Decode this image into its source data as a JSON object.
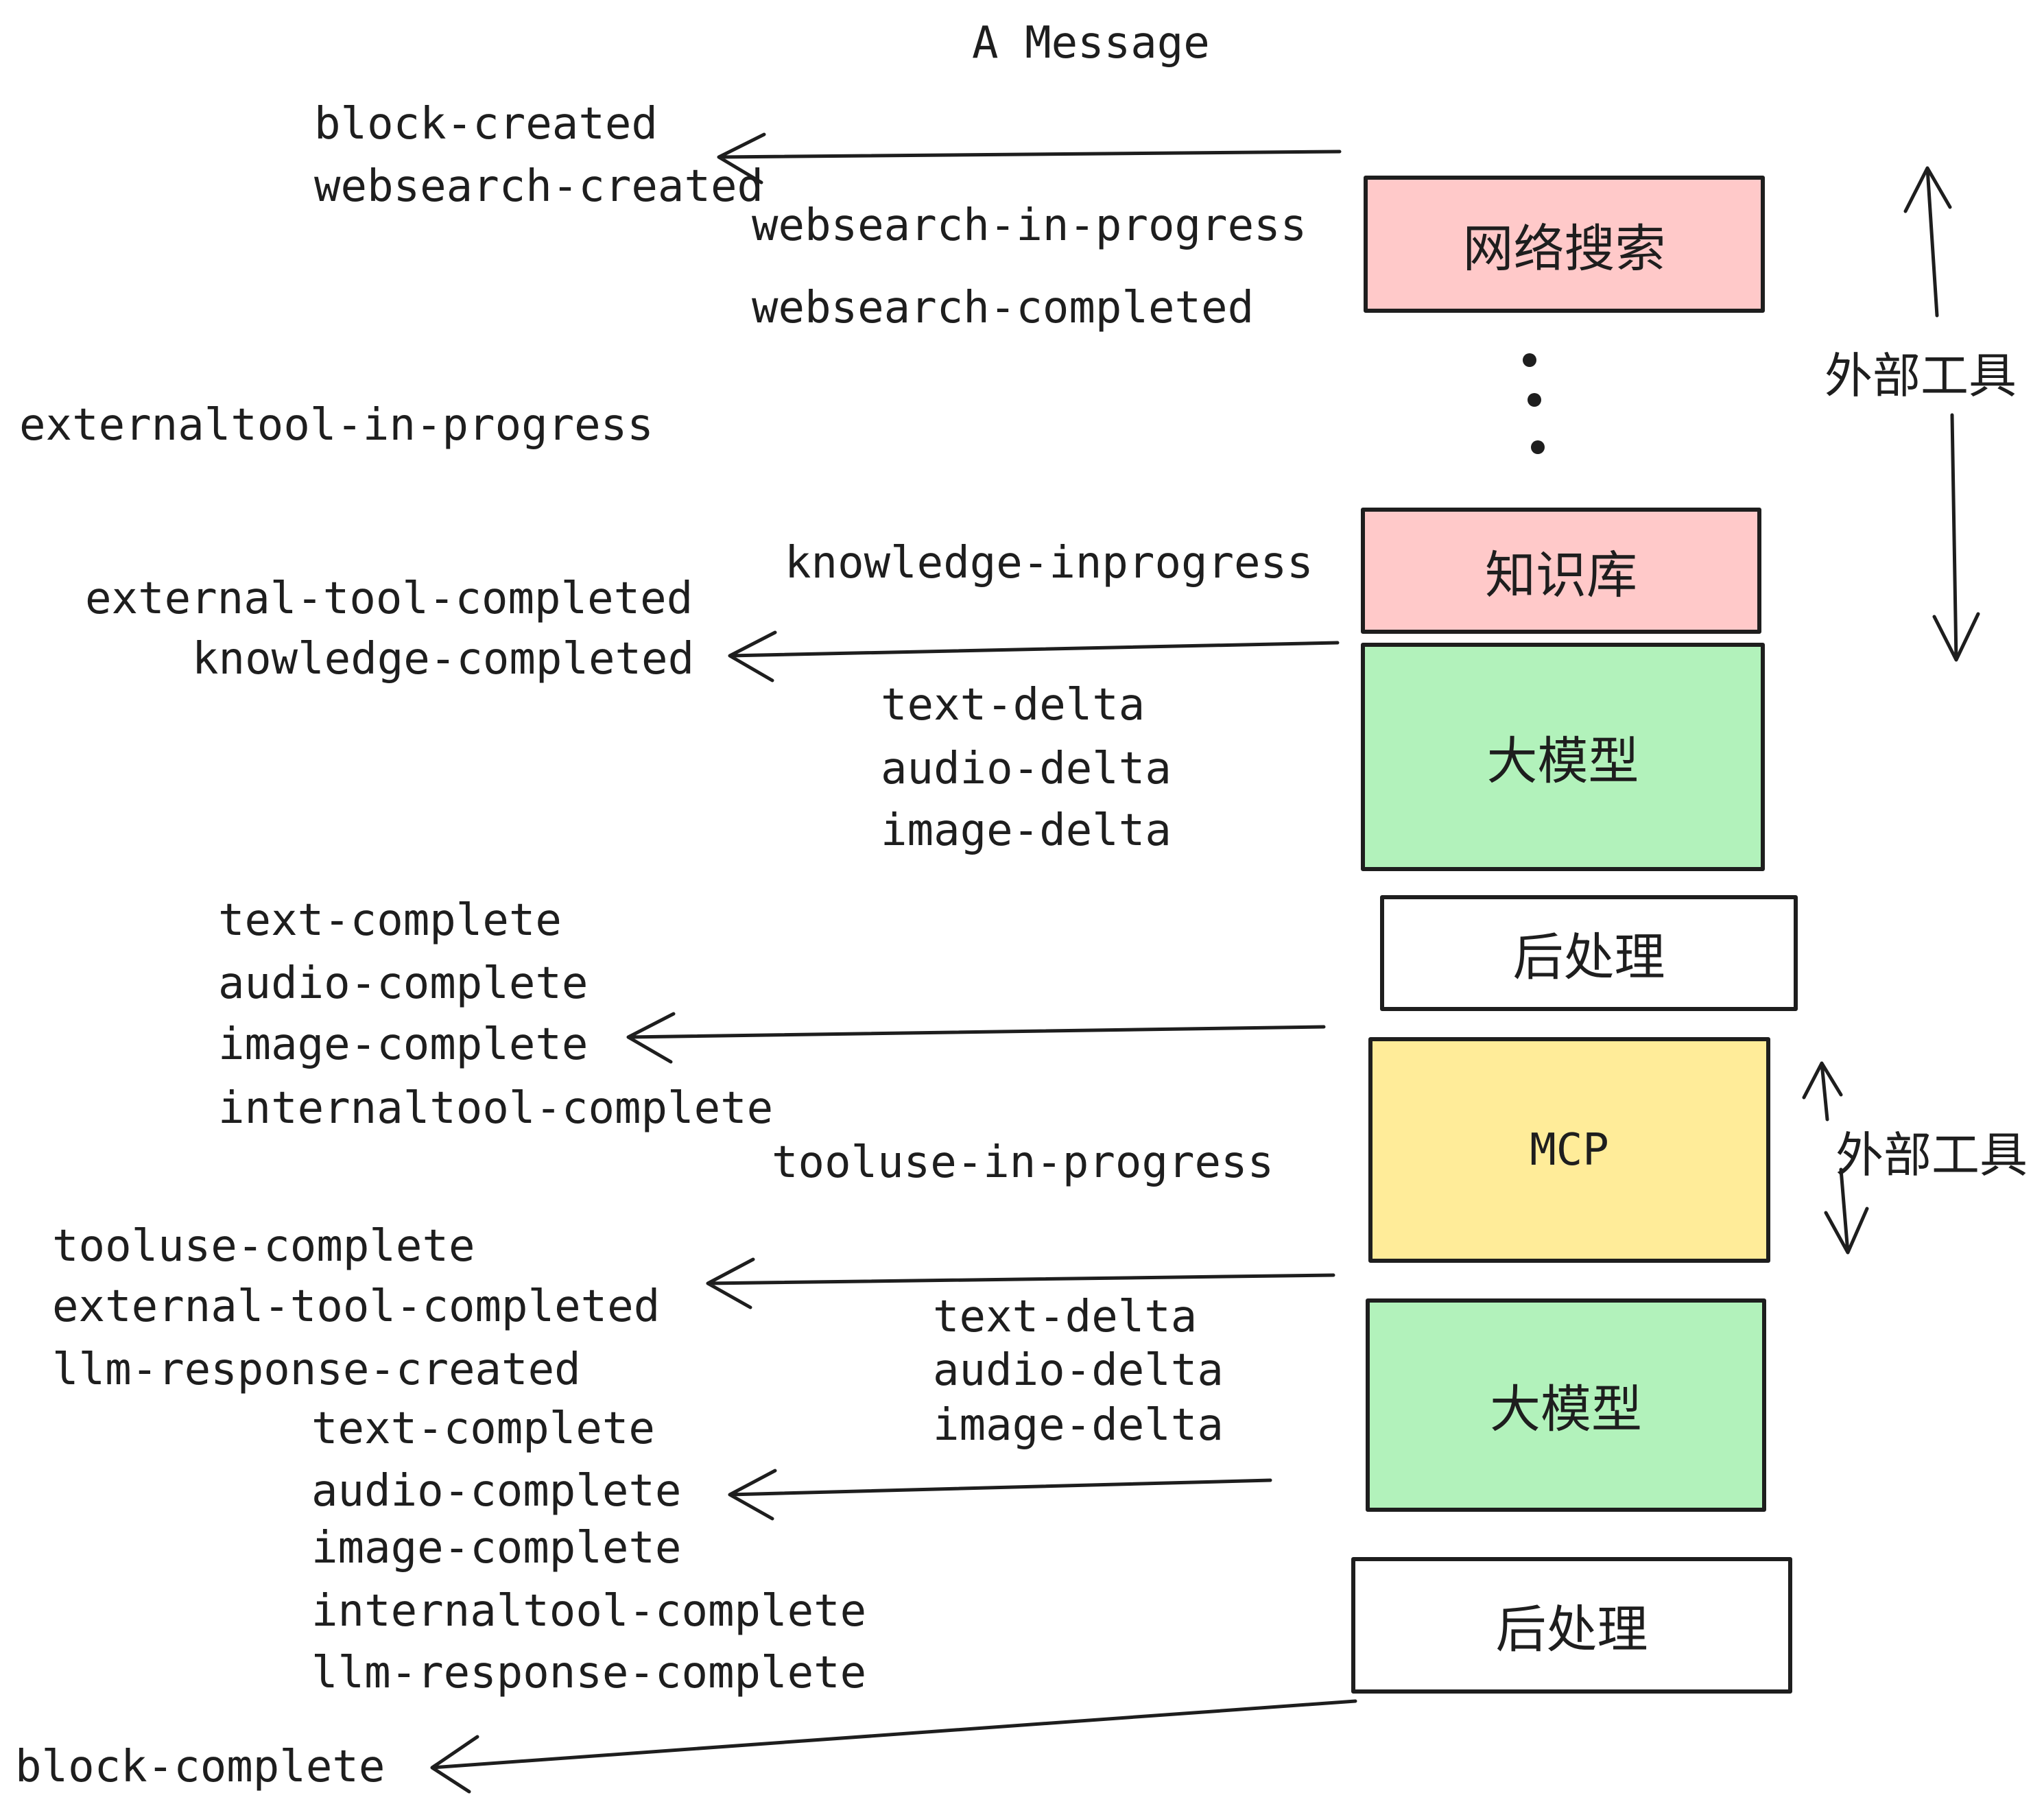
{
  "title": "A Message",
  "colors": {
    "stroke": "#1e1e1e",
    "pink": "#ffc9c9",
    "green": "#b2f2bb",
    "yellow": "#ffec99",
    "white": "#ffffff"
  },
  "boxes": {
    "websearch": {
      "label": "网络搜索"
    },
    "knowledge": {
      "label": "知识库"
    },
    "llm1": {
      "label": "大模型"
    },
    "post1": {
      "label": "后处理"
    },
    "mcp": {
      "label": "MCP"
    },
    "llm2": {
      "label": "大模型"
    },
    "post2": {
      "label": "后处理"
    }
  },
  "side_labels": {
    "external_tools_top": "外部工具",
    "external_tools_mid": "外部工具"
  },
  "events": {
    "block_created": "block-created",
    "websearch_created": "websearch-created",
    "websearch_in_progress": "websearch-in-progress",
    "websearch_completed": "websearch-completed",
    "externaltool_in_progress": "externaltool-in-progress",
    "knowledge_inprogress": "knowledge-inprogress",
    "external_tool_completed": "external-tool-completed",
    "knowledge_completed": "knowledge-completed",
    "text_delta": "text-delta",
    "audio_delta": "audio-delta",
    "image_delta": "image-delta",
    "text_complete": "text-complete",
    "audio_complete": "audio-complete",
    "image_complete": "image-complete",
    "internaltool_complete": "internaltool-complete",
    "tooluse_in_progress": "tooluse-in-progress",
    "tooluse_complete": "tooluse-complete",
    "llm_response_created": "llm-response-created",
    "llm_response_complete": "llm-response-complete",
    "block_complete": "block-complete"
  }
}
